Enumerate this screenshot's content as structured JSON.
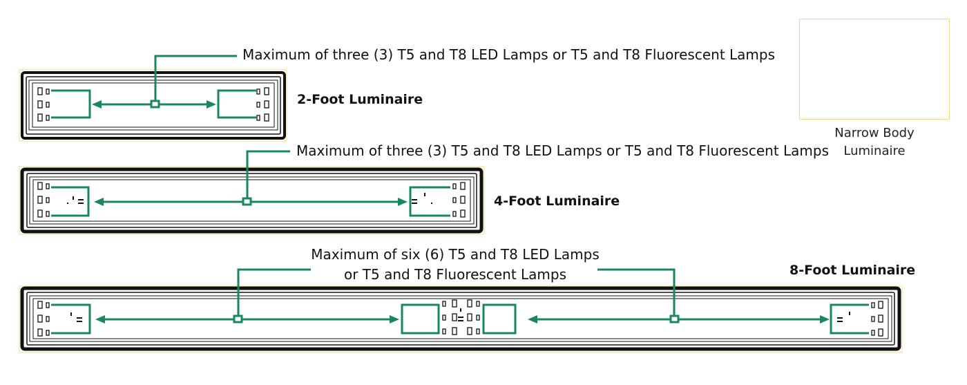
{
  "callouts": {
    "two_foot": "Maximum of three (3) T5 and T8 LED Lamps or T5 and T8 Fluorescent Lamps",
    "four_foot": "Maximum of three (3) T5 and T8 LED Lamps or T5 and T8 Fluorescent Lamps",
    "eight_foot_line1": "Maximum of six (6) T5 and T8 LED Lamps",
    "eight_foot_line2": "or T5 and T8 Fluorescent Lamps"
  },
  "titles": {
    "two_foot": "2-Foot Luminaire",
    "four_foot": "4-Foot Luminaire",
    "eight_foot": "8-Foot Luminaire"
  },
  "photo": {
    "caption_line1": "Narrow Body",
    "caption_line2": "Luminaire"
  },
  "colors": {
    "accent_green": "#18875a",
    "frame_yellow": "#f2dc8a",
    "body_black": "#111111"
  }
}
